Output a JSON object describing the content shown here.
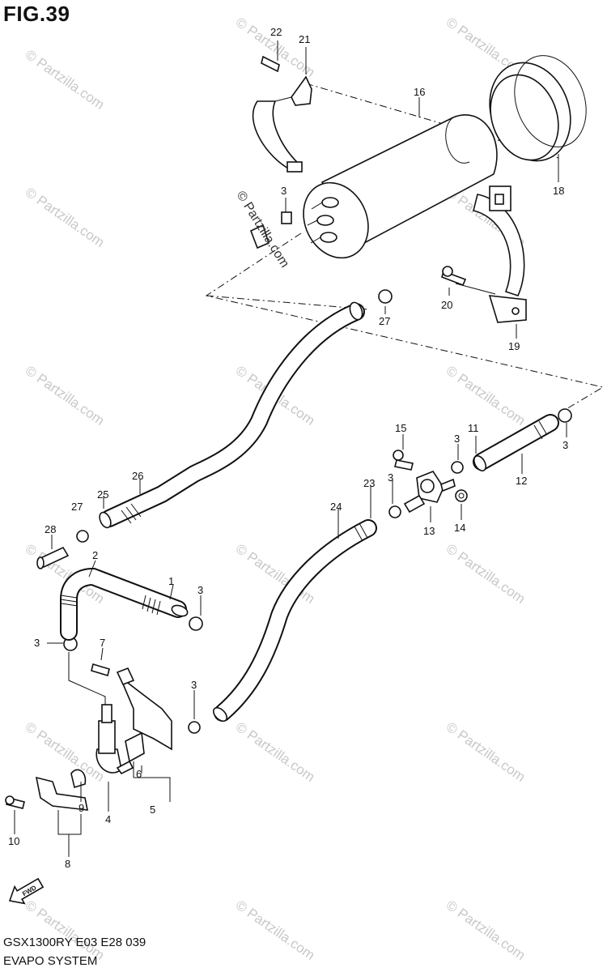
{
  "figure_title": "FIG.39",
  "footer": {
    "model_line": "GSX1300RY E03 E28  039",
    "system_name": "EVAPO SYSTEM"
  },
  "fwd_label": "FWD",
  "watermark": {
    "text": "© Partzilla.com",
    "inline_text": "© Partzilla.com"
  },
  "callouts": [
    "22",
    "21",
    "16",
    "18",
    "3",
    "20",
    "27",
    "19",
    "3",
    "15",
    "11",
    "3",
    "12",
    "26",
    "25",
    "27",
    "23",
    "3",
    "13",
    "14",
    "24",
    "28",
    "2",
    "1",
    "3",
    "3",
    "7",
    "3",
    "4",
    "5",
    "6",
    "9",
    "10",
    "8"
  ],
  "colors": {
    "line": "#111111",
    "watermark": "#c8c8c8",
    "background": "#ffffff"
  }
}
